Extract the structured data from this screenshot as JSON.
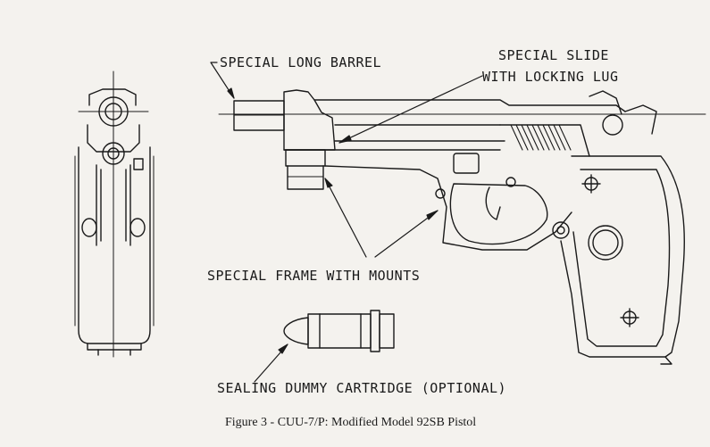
{
  "labels": {
    "barrel": "SPECIAL LONG BARREL",
    "slide_line1": "SPECIAL SLIDE",
    "slide_line2": "WITH LOCKING LUG",
    "frame": "SPECIAL FRAME WITH MOUNTS",
    "cartridge": "SEALING DUMMY CARTRIDGE (OPTIONAL)"
  },
  "caption": "Figure 3 - CUU-7/P:  Modified Model 92SB Pistol",
  "colors": {
    "paper": "#f4f2ee",
    "ink": "#1a1a1a"
  }
}
